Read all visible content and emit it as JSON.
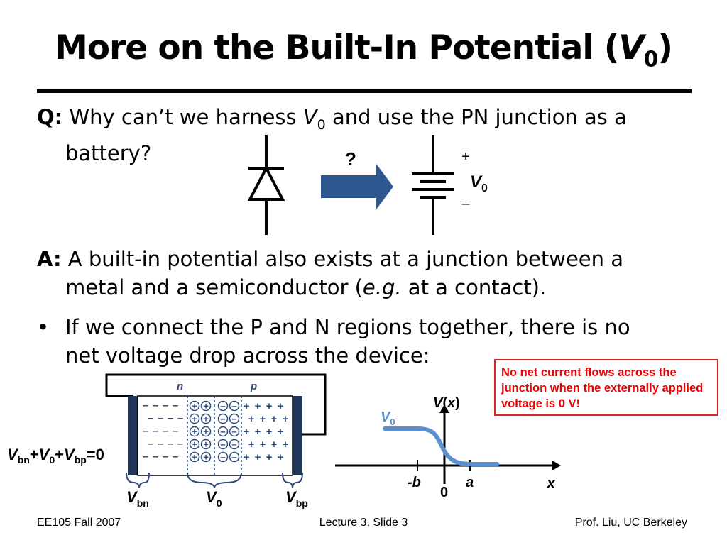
{
  "slide": {
    "title_main": "More on the Built-In Potential (",
    "title_var": "V",
    "title_sub": "0",
    "title_close": ")",
    "q_label": "Q:",
    "q_text_a": " Why can’t we harness ",
    "q_var": "V",
    "q_sub": "0",
    "q_text_b": " and use the PN junction as a",
    "q_text_c": "battery?",
    "a_label": "A:",
    "a_text_a": " A built-in potential also exists at a junction between a",
    "a_text_b": "metal and a semiconductor (",
    "a_text_eg": "e.g.",
    "a_text_c": " at a contact).",
    "bullet_glyph": "•",
    "bullet_a": "If we connect the P and N regions together, there is no",
    "bullet_b": "net voltage drop across the device:",
    "note": "No net current flows across the junction when the externally applied voltage is 0 V!"
  },
  "battery_diagram": {
    "question_mark": "?",
    "plus": "+",
    "minus": "–",
    "v_label": "V",
    "v_sub": "0",
    "arrow_color": "#2e578f"
  },
  "junction_diagram": {
    "n_label": "n",
    "p_label": "p",
    "equation": {
      "v1": "V",
      "s1": "bn",
      "plus1": "+",
      "v2": "V",
      "s2": "0",
      "plus2": "+",
      "v3": "V",
      "s3": "bp",
      "eq": "=0"
    },
    "bottom_labels": [
      {
        "v": "V",
        "s": "bn"
      },
      {
        "v": "V",
        "s": "0"
      },
      {
        "v": "V",
        "s": "bp"
      }
    ],
    "label_color": "#2e4a7a"
  },
  "potential_plot": {
    "y_label_v": "V",
    "y_label_x": "x",
    "curve_label_v": "V",
    "curve_label_sub": "0",
    "tick_neg": "-b",
    "tick_pos": "a",
    "origin": "0",
    "x_label": "x",
    "curve_color": "#5b8fd0"
  },
  "footer": {
    "left": "EE105 Fall 2007",
    "center": "Lecture 3, Slide 3",
    "right": "Prof. Liu, UC Berkeley"
  }
}
